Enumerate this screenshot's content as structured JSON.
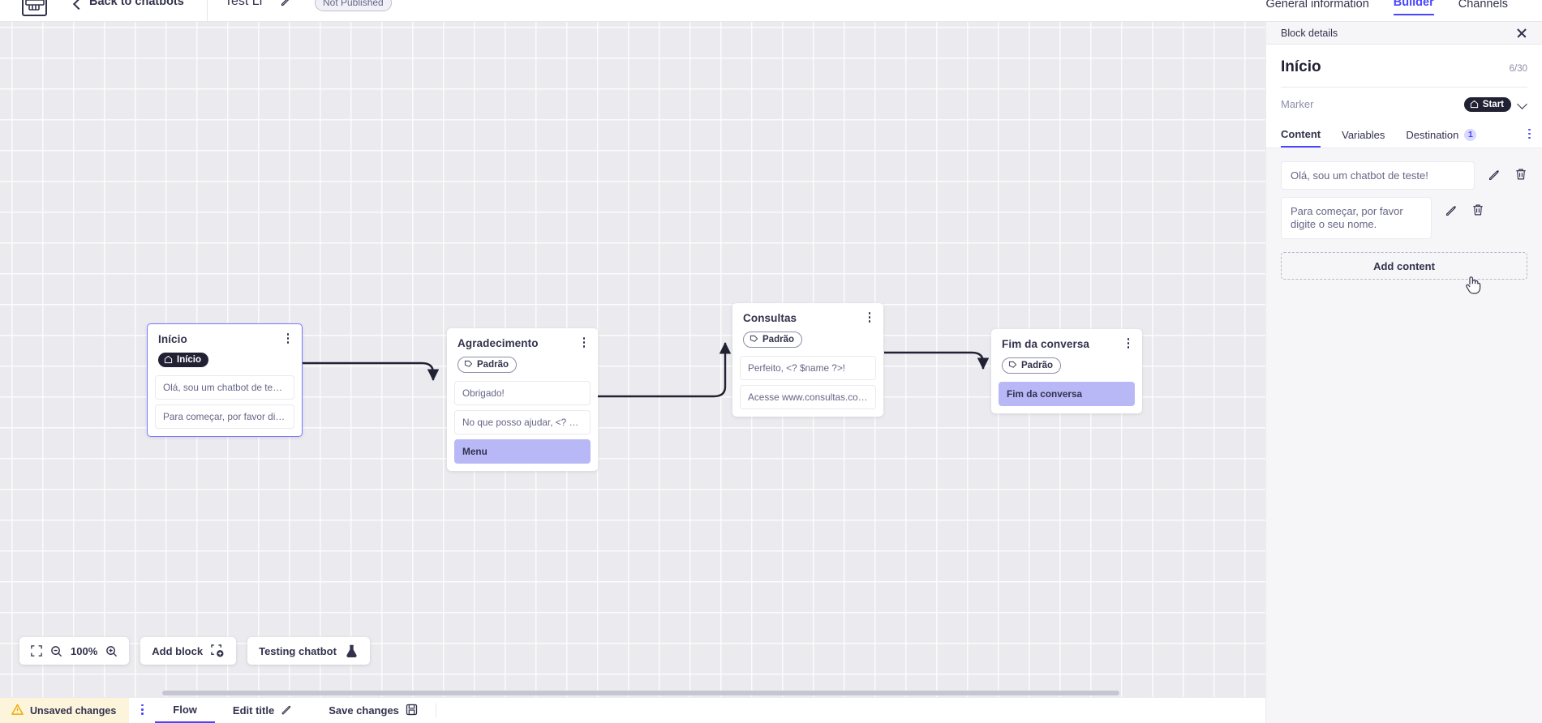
{
  "topbar": {
    "logo_icon": "app-logo-icon",
    "back_icon": "chevron-left-icon",
    "back_label": "Back to chatbots",
    "bot_title": "Test Li",
    "edit_title_icon": "pencil-icon",
    "publish_status": "Not Published",
    "tabs": [
      {
        "label": "General information",
        "active": false
      },
      {
        "label": "Builder",
        "active": true
      },
      {
        "label": "Channels",
        "active": false
      }
    ],
    "active_accent": "#4945ff"
  },
  "canvas": {
    "grid_bg": "#ebebef",
    "zoom_controls": {
      "fit_icon": "fit-screen-icon",
      "zoom_out_icon": "zoom-out-icon",
      "zoom_level": "100%",
      "zoom_in_icon": "zoom-in-icon"
    },
    "add_block": {
      "label": "Add block",
      "icon": "add-block-icon"
    },
    "testing_chatbot": {
      "label": "Testing chatbot",
      "icon": "flask-icon"
    },
    "nodes": [
      {
        "id": "inicio",
        "title": "Início",
        "tag": {
          "label": "Início",
          "type": "start",
          "icon": "home-icon"
        },
        "selected": true,
        "rows": [
          {
            "text": "Olá, sou um chatbot de teste!",
            "highlight": false
          },
          {
            "text": "Para começar, por favor digite o ...",
            "highlight": false
          }
        ]
      },
      {
        "id": "agradecimento",
        "title": "Agradecimento",
        "tag": {
          "label": "Padrão",
          "type": "padrao",
          "icon": "tag-icon"
        },
        "selected": false,
        "rows": [
          {
            "text": "Obrigado!",
            "highlight": false
          },
          {
            "text": "No que posso ajudar, <? $name ...",
            "highlight": false
          },
          {
            "text": "Menu",
            "highlight": true
          }
        ]
      },
      {
        "id": "consultas",
        "title": "Consultas",
        "tag": {
          "label": "Padrão",
          "type": "padrao",
          "icon": "tag-icon"
        },
        "selected": false,
        "rows": [
          {
            "text": "Perfeito, <? $name ?>!",
            "highlight": false
          },
          {
            "text": "Acesse www.consultas.com par...",
            "highlight": false
          }
        ]
      },
      {
        "id": "fim-da-conversa",
        "title": "Fim da conversa",
        "tag": {
          "label": "Padrão",
          "type": "padrao",
          "icon": "tag-icon"
        },
        "selected": false,
        "rows": [
          {
            "text": "Fim da conversa",
            "highlight": true
          }
        ]
      }
    ]
  },
  "statusbar": {
    "unsaved": {
      "label": "Unsaved changes",
      "icon": "warning-icon"
    },
    "kebab_icon": "more-vertical-icon",
    "items": [
      {
        "label": "Flow",
        "icon": null,
        "active": true
      },
      {
        "label": "Edit title",
        "icon": "pencil-icon",
        "active": false
      },
      {
        "label": "Save changes",
        "icon": "save-icon",
        "active": false
      }
    ]
  },
  "panel": {
    "header_label": "Block details",
    "close_icon": "close-icon",
    "title": "Início",
    "char_count": "6/30",
    "marker_label": "Marker",
    "marker_value": "Start",
    "marker_icon": "home-icon",
    "marker_chevron": "chevron-down-icon",
    "tabs": [
      {
        "label": "Content",
        "badge": null,
        "active": true
      },
      {
        "label": "Variables",
        "badge": null,
        "active": false
      },
      {
        "label": "Destination",
        "badge": "1",
        "active": false
      }
    ],
    "tabs_kebab_icon": "more-vertical-icon",
    "content_items": [
      {
        "text": "Olá, sou um chatbot de teste!",
        "edit_icon": "pencil-icon",
        "delete_icon": "trash-icon"
      },
      {
        "text": "Para começar, por favor digite o seu nome.",
        "edit_icon": "pencil-icon",
        "delete_icon": "trash-icon"
      }
    ],
    "add_content_label": "Add content"
  },
  "cursor": {
    "icon": "pointer-hand-cursor"
  }
}
